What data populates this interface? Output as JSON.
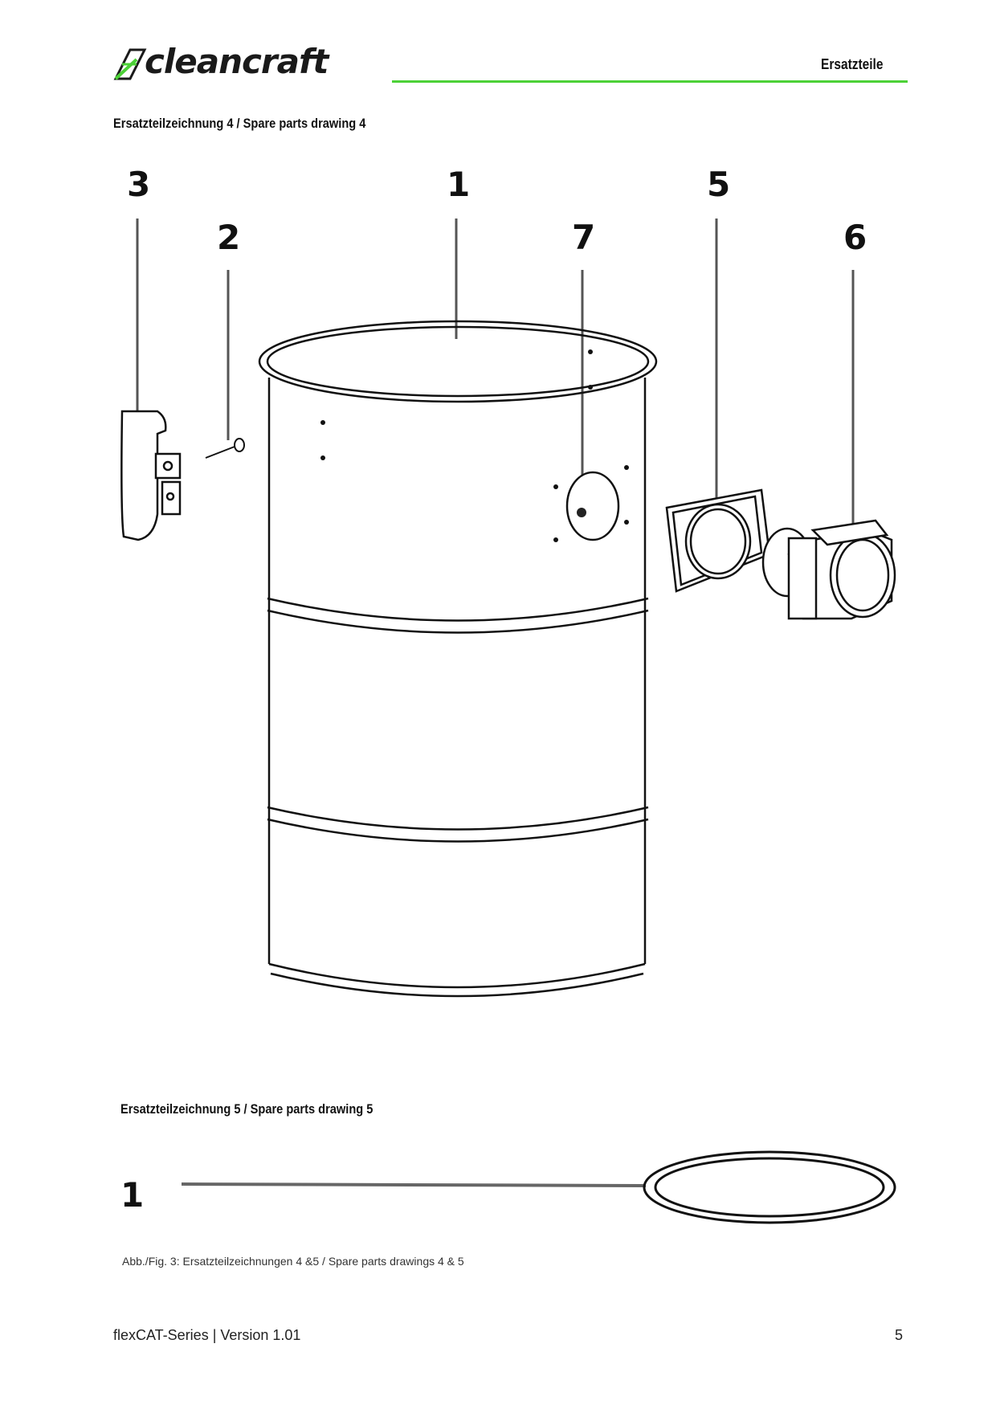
{
  "header": {
    "brand": "cleancraft",
    "section": "Ersatzteile",
    "accent_color": "#4cd137"
  },
  "drawing4": {
    "title": "Ersatzteilzeichnung 4 / Spare parts drawing 4",
    "callouts": [
      "3",
      "2",
      "1",
      "7",
      "5",
      "6"
    ]
  },
  "drawing5": {
    "title": "Ersatzteilzeichnung 5 / Spare parts drawing 5",
    "callouts": [
      "1"
    ]
  },
  "figure_caption": "Abb./Fig. 3: Ersatzteilzeichnungen 4 &5 / Spare parts drawings 4 & 5",
  "footer": {
    "document": "flexCAT-Series | Version 1.01",
    "page": "5"
  }
}
